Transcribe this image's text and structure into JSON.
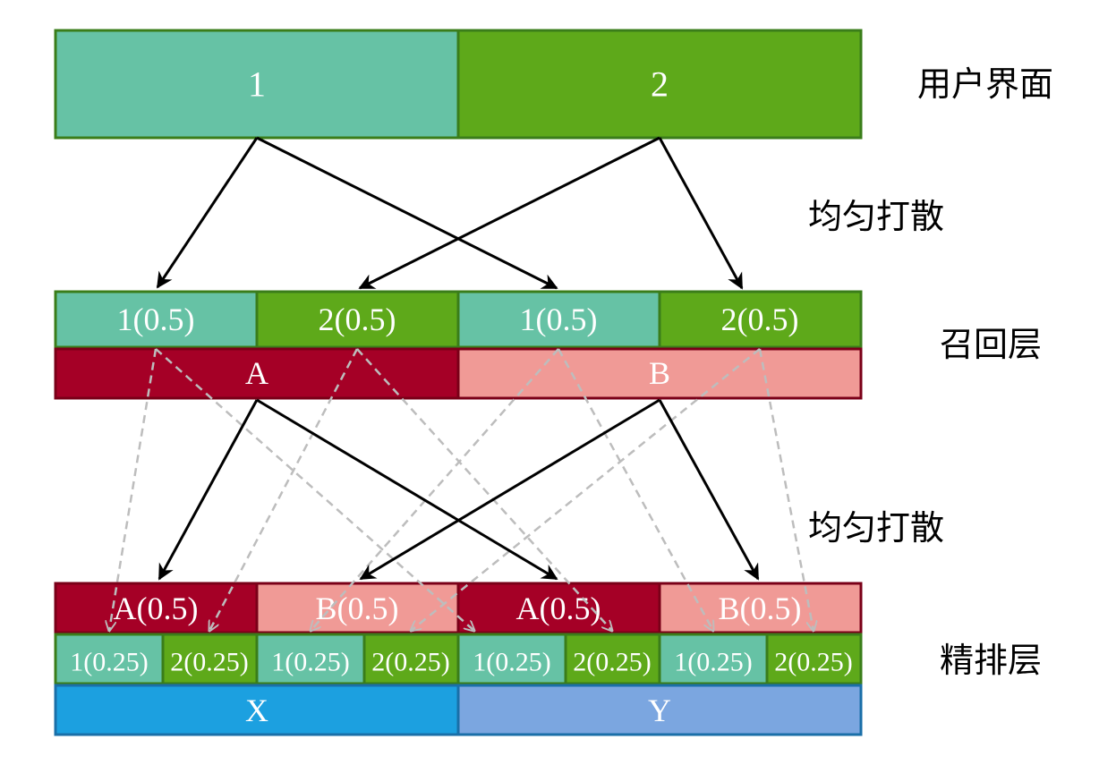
{
  "colors": {
    "teal": "#66c2a5",
    "green": "#5ea91a",
    "dark_red": "#a50026",
    "pink": "#f09a96",
    "blue": "#1ca0e0",
    "light_blue": "#7ba6e0",
    "solid_arrow": "#000000",
    "dashed_arrow": "#bdbdbd"
  },
  "layer_labels": {
    "ui": "用户界面",
    "shuffle_top": "均匀打散",
    "recall": "召回层",
    "shuffle_bottom": "均匀打散",
    "rank": "精排层"
  },
  "ui_layer": {
    "box1": "1",
    "box2": "2"
  },
  "recall_layer": {
    "items": [
      "1(0.5)",
      "2(0.5)",
      "1(0.5)",
      "2(0.5)"
    ],
    "groups": [
      "A",
      "B"
    ]
  },
  "rank_layer": {
    "items": [
      "A(0.5)",
      "B(0.5)",
      "A(0.5)",
      "B(0.5)"
    ],
    "sub_items": [
      "1(0.25)",
      "2(0.25)",
      "1(0.25)",
      "2(0.25)",
      "1(0.25)",
      "2(0.25)",
      "1(0.25)",
      "2(0.25)"
    ],
    "groups": [
      "X",
      "Y"
    ]
  }
}
